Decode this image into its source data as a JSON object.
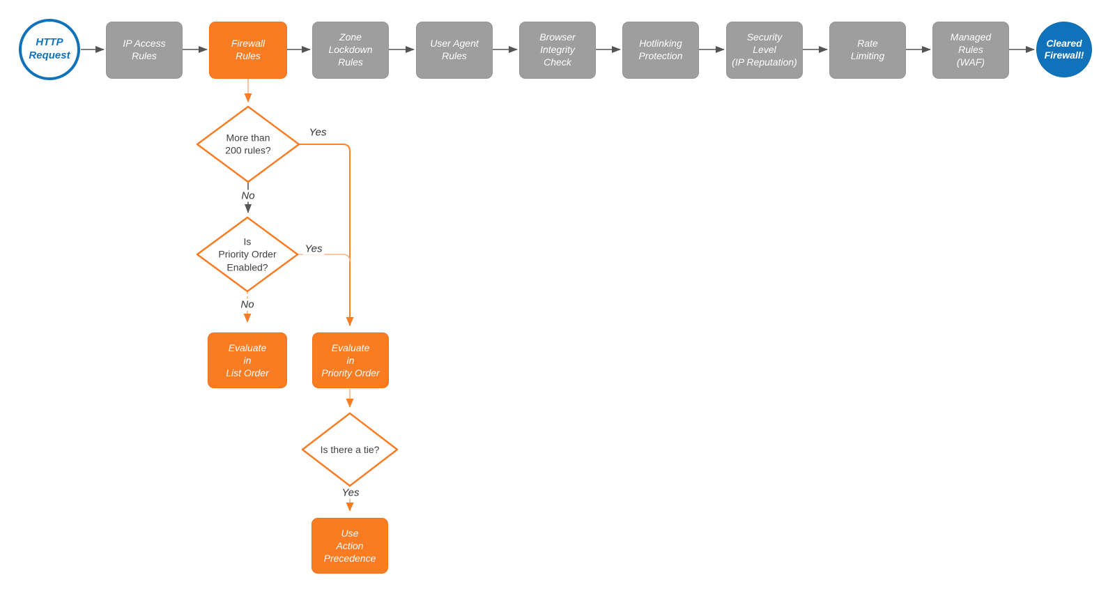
{
  "flow": {
    "start": {
      "label": "HTTP\nRequest"
    },
    "steps": [
      {
        "label": "IP Access\nRules"
      },
      {
        "label": "Firewall\nRules"
      },
      {
        "label": "Zone\nLockdown\nRules"
      },
      {
        "label": "User Agent\nRules"
      },
      {
        "label": "Browser\nIntegrity\nCheck"
      },
      {
        "label": "Hotlinking\nProtection"
      },
      {
        "label": "Security\nLevel\n(IP Reputation)"
      },
      {
        "label": "Rate\nLimiting"
      },
      {
        "label": "Managed\nRules\n(WAF)"
      }
    ],
    "end": {
      "label": "Cleared\nFirewall!"
    },
    "decisions": [
      {
        "label": "More than\n200 rules?",
        "yes_label": "Yes",
        "no_label": "No"
      },
      {
        "label": "Is\nPriority Order\nEnabled?",
        "yes_label": "Yes",
        "no_label": "No"
      },
      {
        "label": "Is there a tie?",
        "yes_label": "Yes"
      }
    ],
    "outcomes": [
      {
        "label": "Evaluate\nin\nList Order"
      },
      {
        "label": "Evaluate\nin\nPriority Order"
      },
      {
        "label": "Use\nAction\nPrecedence"
      }
    ]
  },
  "colors": {
    "accent_orange": "#f97b22",
    "node_gray": "#9e9e9e",
    "terminal_blue": "#1072ba",
    "connector_gray": "#555555",
    "connector_light_orange": "#fbb286"
  }
}
